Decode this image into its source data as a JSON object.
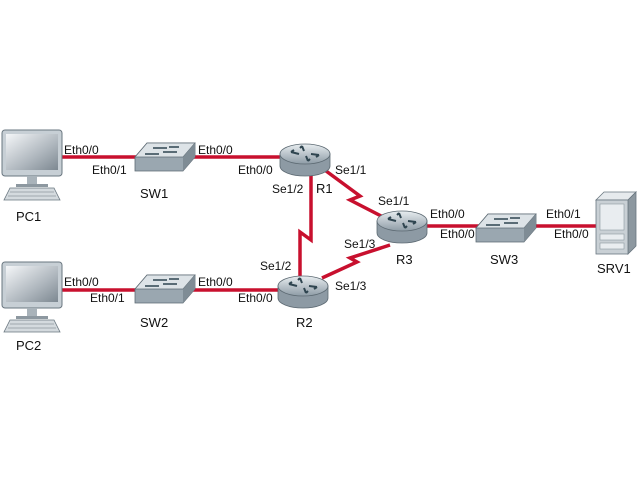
{
  "colors": {
    "link": "#c8102e",
    "device_body": "#b9c4cc",
    "device_dark": "#6a7a85"
  },
  "devices": {
    "pc1": {
      "label": "PC1",
      "icon": "pc-icon"
    },
    "pc2": {
      "label": "PC2",
      "icon": "pc-icon"
    },
    "sw1": {
      "label": "SW1",
      "icon": "switch-icon"
    },
    "sw2": {
      "label": "SW2",
      "icon": "switch-icon"
    },
    "sw3": {
      "label": "SW3",
      "icon": "switch-icon"
    },
    "r1": {
      "label": "R1",
      "icon": "router-icon"
    },
    "r2": {
      "label": "R2",
      "icon": "router-icon"
    },
    "r3": {
      "label": "R3",
      "icon": "router-icon"
    },
    "srv1": {
      "label": "SRV1",
      "icon": "server-icon"
    }
  },
  "links": [
    {
      "name": "pc1-sw1",
      "a_port": "Eth0/0",
      "b_port": "Eth0/1",
      "type": "ethernet"
    },
    {
      "name": "sw1-r1",
      "a_port": "Eth0/0",
      "b_port": "Eth0/0",
      "type": "ethernet"
    },
    {
      "name": "pc2-sw2",
      "a_port": "Eth0/0",
      "b_port": "Eth0/1",
      "type": "ethernet"
    },
    {
      "name": "sw2-r2",
      "a_port": "Eth0/0",
      "b_port": "Eth0/0",
      "type": "ethernet"
    },
    {
      "name": "r1-r2",
      "a_port": "Se1/2",
      "b_port": "Se1/2",
      "type": "serial"
    },
    {
      "name": "r1-r3",
      "a_port": "Se1/1",
      "b_port": "Se1/1",
      "type": "serial"
    },
    {
      "name": "r2-r3",
      "a_port": "Se1/3",
      "b_port": "Se1/3",
      "type": "serial"
    },
    {
      "name": "r3-sw3",
      "a_port": "Eth0/0",
      "b_port": "Eth0/0",
      "type": "ethernet"
    },
    {
      "name": "sw3-srv1",
      "a_port": "Eth0/1",
      "b_port": "Eth0/0",
      "type": "ethernet"
    }
  ]
}
